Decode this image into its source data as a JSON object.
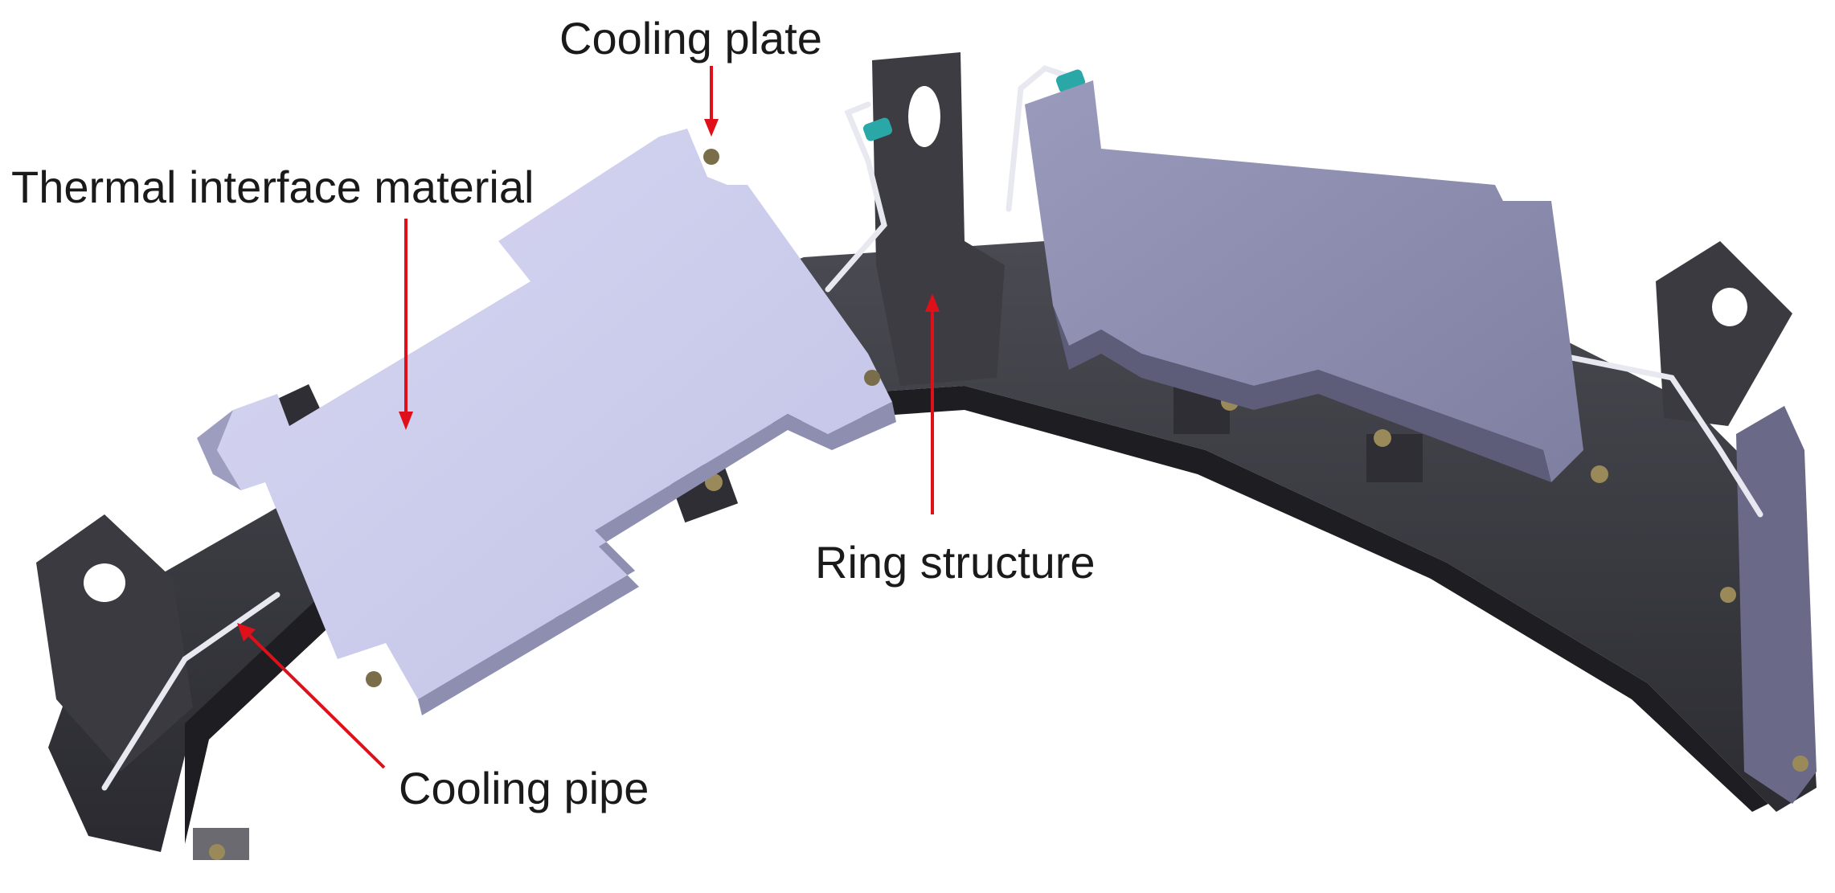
{
  "figure": {
    "labels": {
      "cooling_plate": "Cooling plate",
      "thermal_interface_material": "Thermal interface material",
      "ring_structure": "Ring structure",
      "cooling_pipe": "Cooling pipe"
    },
    "colors": {
      "ring_dark": "#3e3e44",
      "ring_shadow": "#232328",
      "plate_light": "#c8c8ea",
      "plate_edge": "#a6a6c8",
      "plate_dark": "#8f8fb0",
      "pipe": "#e8e8f0",
      "fitting": "#2aa8a8",
      "bolt": "#9a8a5a",
      "arrow": "#e0101a"
    }
  }
}
